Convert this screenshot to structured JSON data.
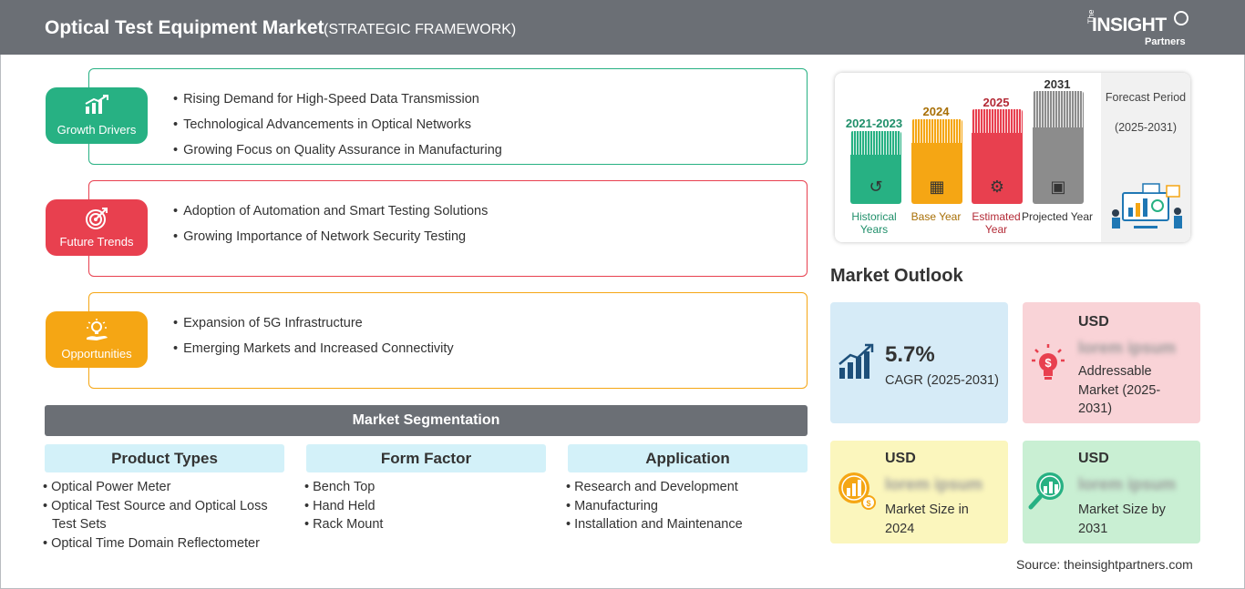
{
  "header": {
    "title": "Optical Test Equipment Market",
    "subtitle": "(STRATEGIC FRAMEWORK)",
    "logo": {
      "the": "The",
      "insight": "INSIGHT",
      "partners": "Partners"
    }
  },
  "colors": {
    "header_bg": "#6b6f75",
    "growth": "#27b183",
    "trends": "#e8404f",
    "opportunities": "#f5a614",
    "segment_head_bg": "#d3f1f9",
    "cagr_card": "#d6ebf7",
    "addressable_card": "#f9d3d7",
    "size_2024_card": "#fbf6bd",
    "size_2031_card": "#c9efd3"
  },
  "framework": [
    {
      "label": "Growth Drivers",
      "icon": "bar-chart-growth-icon",
      "items": [
        "Rising Demand for High-Speed Data Transmission",
        "Technological Advancements in Optical Networks",
        "Growing Focus on Quality Assurance in Manufacturing"
      ]
    },
    {
      "label": "Future Trends",
      "icon": "target-icon",
      "items": [
        "Adoption of Automation and Smart Testing Solutions",
        "Growing Importance of Network Security Testing"
      ]
    },
    {
      "label": "Opportunities",
      "icon": "lightbulb-hand-icon",
      "items": [
        "Expansion of 5G Infrastructure",
        "Emerging Markets and Increased Connectivity"
      ]
    }
  ],
  "segmentation": {
    "title": "Market Segmentation",
    "columns": [
      {
        "title": "Product Types",
        "items": [
          "Optical Power Meter",
          "Optical Test Source and Optical Loss Test Sets",
          "Optical Time Domain Reflectometer"
        ]
      },
      {
        "title": "Form Factor",
        "items": [
          "Bench Top",
          "Hand Held",
          "Rack Mount"
        ]
      },
      {
        "title": "Application",
        "items": [
          "Research and Development",
          "Manufacturing",
          "Installation and Maintenance"
        ]
      }
    ]
  },
  "timeline": {
    "bars": [
      {
        "year": "2021-2023",
        "label": "Historical Years",
        "color": "#27b183",
        "year_color": "#1f8f6a",
        "icon": "history-icon"
      },
      {
        "year": "2024",
        "label": "Base Year",
        "color": "#f5a614",
        "year_color": "#a86f06",
        "icon": "calendar-icon"
      },
      {
        "year": "2025",
        "label": "Estimated Year",
        "color": "#e8404f",
        "year_color": "#b32a36",
        "icon": "estimate-chart-icon"
      },
      {
        "year": "2031",
        "label": "Projected Year",
        "color": "#8c8c8c",
        "year_color": "#333333",
        "icon": "presentation-icon"
      }
    ],
    "forecast_title": "Forecast Period",
    "forecast_range": "(2025-2031)"
  },
  "outlook": {
    "title": "Market Outlook",
    "cagr": {
      "value": "5.7%",
      "label": "CAGR (2025-2031)"
    },
    "addressable": {
      "currency": "USD",
      "value": "lorem ipsum",
      "label": "Addressable Market (2025-2031)"
    },
    "size_2024": {
      "currency": "USD",
      "value": "lorem ipsum",
      "label": "Market Size in 2024"
    },
    "size_2031": {
      "currency": "USD",
      "value": "lorem ipsum",
      "label": "Market Size by 2031"
    }
  },
  "source": "Source: theinsightpartners.com"
}
